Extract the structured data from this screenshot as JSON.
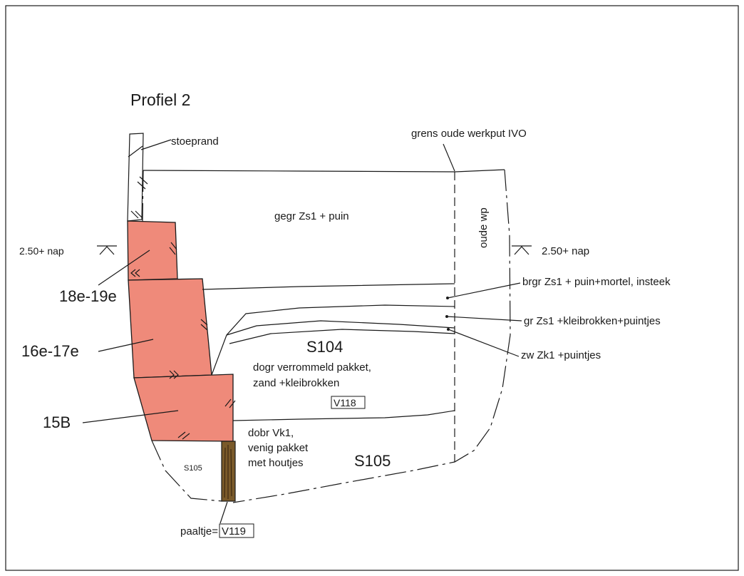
{
  "title": "Profiel 2",
  "colors": {
    "brick": "#ef8a7a",
    "post": "#7a5a2a",
    "line": "#1a1a1a",
    "background": "#ffffff"
  },
  "labels": {
    "stoeprand": "stoeprand",
    "grens": "grens oude werkput IVO",
    "gegr": "gegr Zs1 + puin",
    "oude_wp": "oude wp",
    "nap_left": "2.50+ nap",
    "nap_right": "2.50+ nap",
    "brgr": "brgr Zs1 + puin+mortel, insteek",
    "gr": "gr Zs1 +kleibrokken+puintjes",
    "zw": "zw Zk1 +puintjes",
    "s104": "S104",
    "dogr_1": "dogr verrommeld pakket,",
    "dogr_2": "zand +kleibrokken",
    "v118": "V118",
    "dobr_1": "dobr Vk1,",
    "dobr_2": "venig pakket",
    "dobr_3": "met houtjes",
    "s105_big": "S105",
    "s105_small": "S105",
    "paaltje": "paaltje=",
    "v119": "V119",
    "period_1": "18e-19e",
    "period_2": "16e-17e",
    "period_3": "15B"
  }
}
